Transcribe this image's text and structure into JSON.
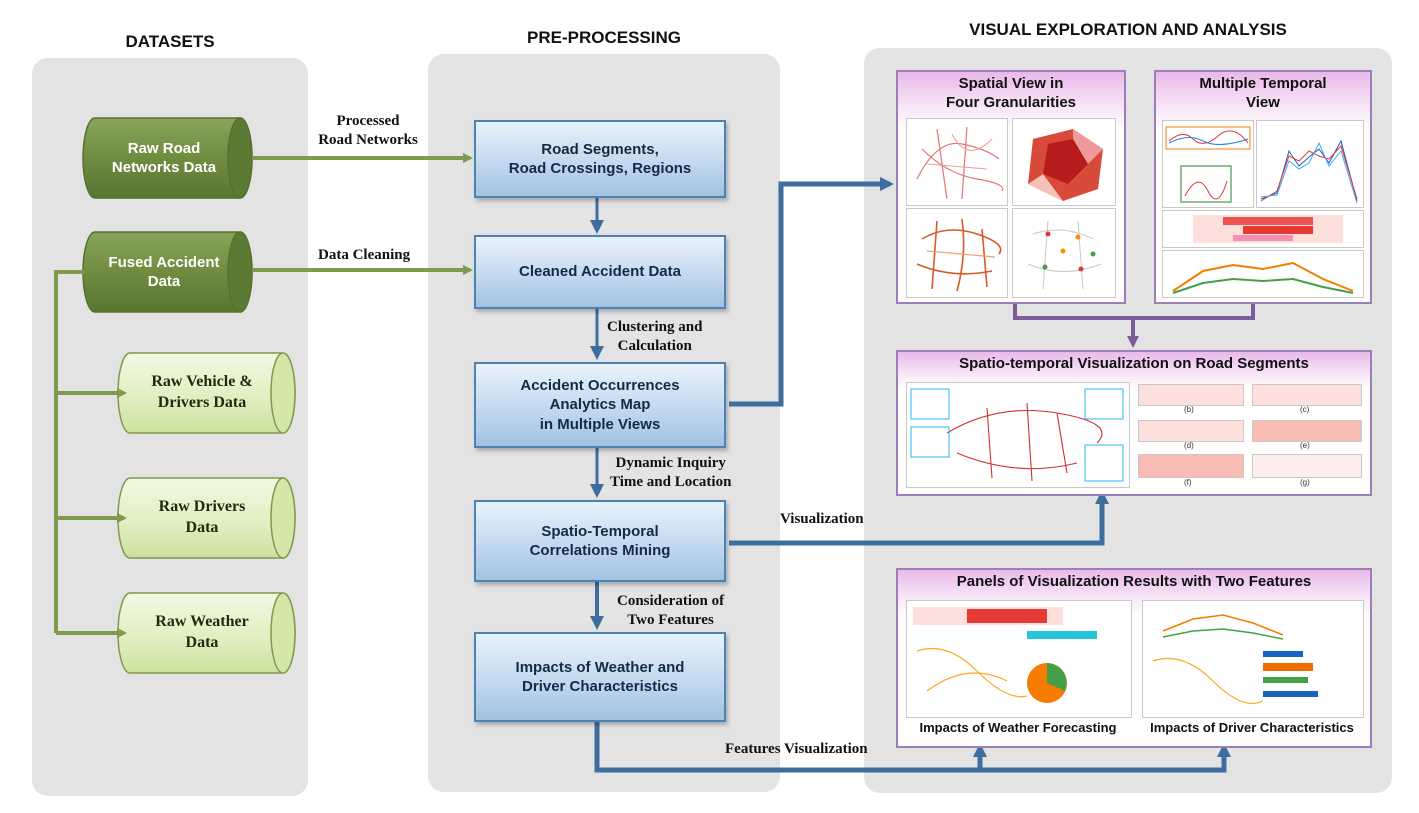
{
  "columns": {
    "datasets": "DATASETS",
    "preprocessing": "PRE-PROCESSING",
    "visual": "VISUAL EXPLORATION AND ANALYSIS"
  },
  "datasets": {
    "road": "Raw Road\nNetworks Data",
    "fused": "Fused Accident\nData",
    "vehicle": "Raw Vehicle &\nDrivers Data",
    "drivers": "Raw  Drivers\nData",
    "weather": "Raw Weather\nData"
  },
  "preprocessing": {
    "road_segments": "Road Segments,\nRoad Crossings, Regions",
    "cleaned": "Cleaned Accident Data",
    "analytics_map": "Accident Occurrences\nAnalytics Map\nin Multiple Views",
    "correlations": "Spatio-Temporal\nCorrelations Mining",
    "impacts": "Impacts of Weather and\nDriver Characteristics"
  },
  "edges": {
    "processed": "Processed\nRoad Networks",
    "cleaning": "Data Cleaning",
    "clustering": "Clustering and\nCalculation",
    "dynamic": "Dynamic Inquiry\nTime and Location",
    "consideration": "Consideration of\nTwo Features",
    "visualization": "Visualization",
    "features_vis": "Features Visualization"
  },
  "visual": {
    "spatial_title": "Spatial View in\nFour Granularities",
    "temporal_title": "Multiple Temporal\nView",
    "spatio_title": "Spatio-temporal  Visualization on Road Segments",
    "panels_title": "Panels of Visualization Results with Two Features",
    "weather_caption": "Impacts of Weather Forecasting",
    "driver_caption": "Impacts of Driver Characteristics",
    "subfig_labels": [
      "(b)",
      "(c)",
      "(d)",
      "(e)",
      "(f)",
      "(g)"
    ]
  },
  "colors": {
    "dataset_dark": "#6d8a3f",
    "dataset_light": "#e2efc2",
    "process_box": "#bcd4ee",
    "arrow_blue": "#3e6e9e",
    "arrow_green": "#7e9a4e",
    "arrow_purple": "#7c5b9a",
    "panel_header": "#e9b9e9"
  }
}
